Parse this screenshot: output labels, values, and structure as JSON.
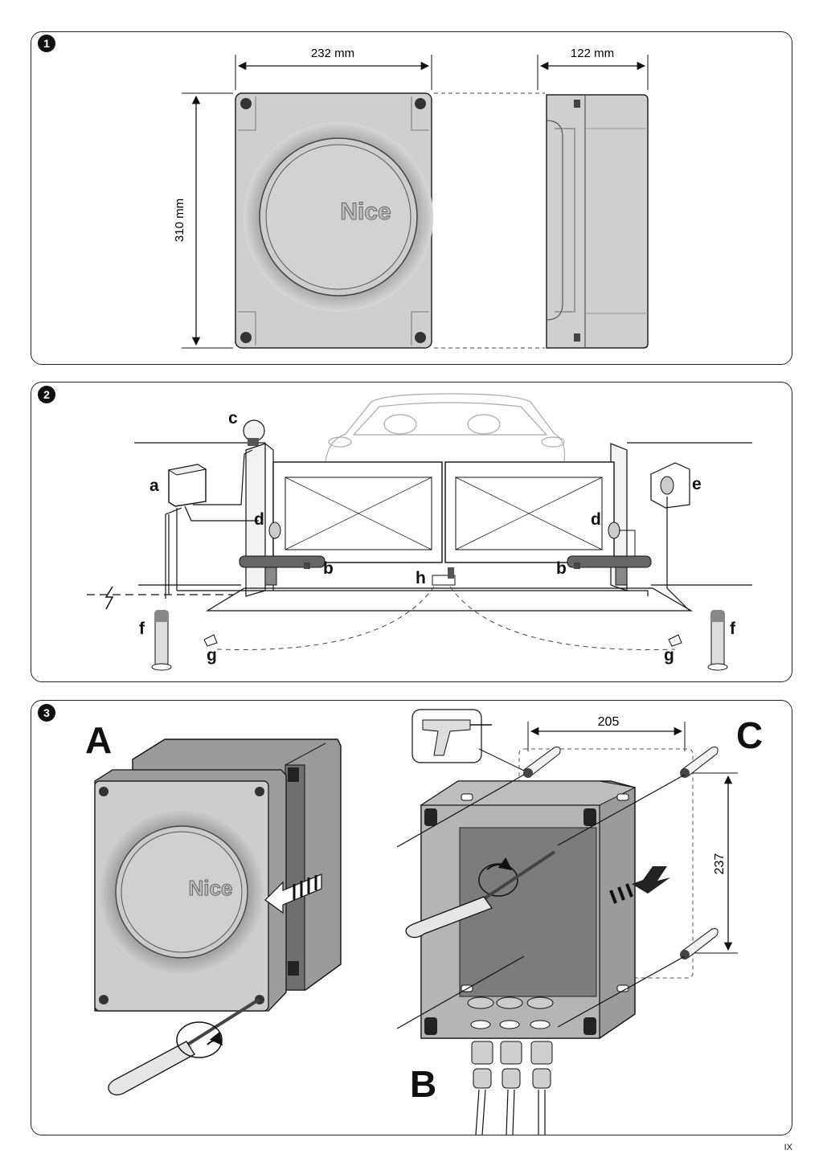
{
  "page": {
    "page_number": "IX"
  },
  "figures": [
    {
      "number": "1",
      "dimensions": {
        "width": "232 mm",
        "depth": "122 mm",
        "height": "310 mm"
      },
      "brand_logo": "Nice"
    },
    {
      "number": "2",
      "labels": {
        "a": "a",
        "b": "b",
        "c": "c",
        "d": "d",
        "e": "e",
        "f": "f",
        "g": "g",
        "h": "h"
      }
    },
    {
      "number": "3",
      "step_labels": {
        "A": "A",
        "B": "B",
        "C": "C"
      },
      "dimensions": {
        "hole_spacing_horizontal": "205",
        "hole_spacing_vertical": "237"
      },
      "brand_logo": "Nice"
    }
  ]
}
